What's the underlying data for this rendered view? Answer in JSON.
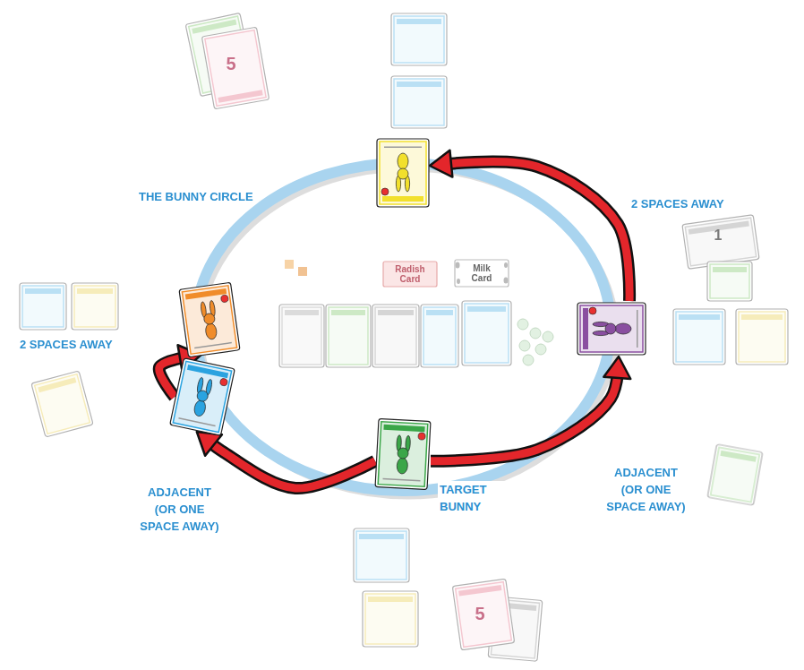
{
  "diagram": {
    "nodes": [
      {
        "text": [
          "2 SPACES AWAY"
        ]
      },
      {
        "text": [
          "2 SPACES AWAY"
        ]
      },
      {
        "text": [
          "ADJACENT (OR ONE SPACE AWAY)"
        ]
      },
      {
        "text": [
          "ADJACENT (OR ONE SPACE AWAY)"
        ]
      },
      {
        "text": [
          "TARGET BUNNY"
        ]
      }
    ],
    "edges": [
      {
        "from": 4,
        "to": 3,
        "arrow": "to"
      },
      {
        "from": 3,
        "to": 1,
        "arrow": "to"
      },
      {
        "from": 4,
        "to": 2,
        "arrow": "to"
      },
      {
        "from": 2,
        "to": 0,
        "arrow": "to"
      }
    ],
    "labels": [
      "THE BUNNY CIRCLE",
      "5",
      "1",
      "Radish Card",
      "Milk Card",
      "5"
    ]
  }
}
